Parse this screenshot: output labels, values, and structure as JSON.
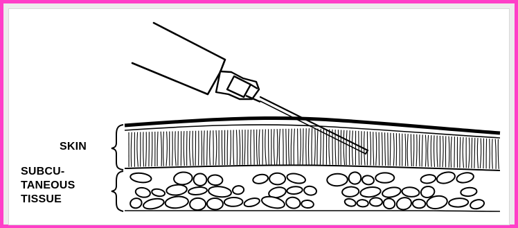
{
  "diagram": {
    "labels": {
      "skin": "SKIN",
      "subcutaneous_lines": [
        "SUBCU-",
        "TANEOUS",
        "TISSUE"
      ]
    },
    "colors": {
      "frame_border": "#ff3fc8",
      "background": "#ffffff",
      "ink": "#000000"
    },
    "elements": [
      "needle",
      "syringe-barrel",
      "skin-layer",
      "subcutaneous-fat-layer",
      "skin-bracket",
      "subcutaneous-bracket"
    ]
  }
}
